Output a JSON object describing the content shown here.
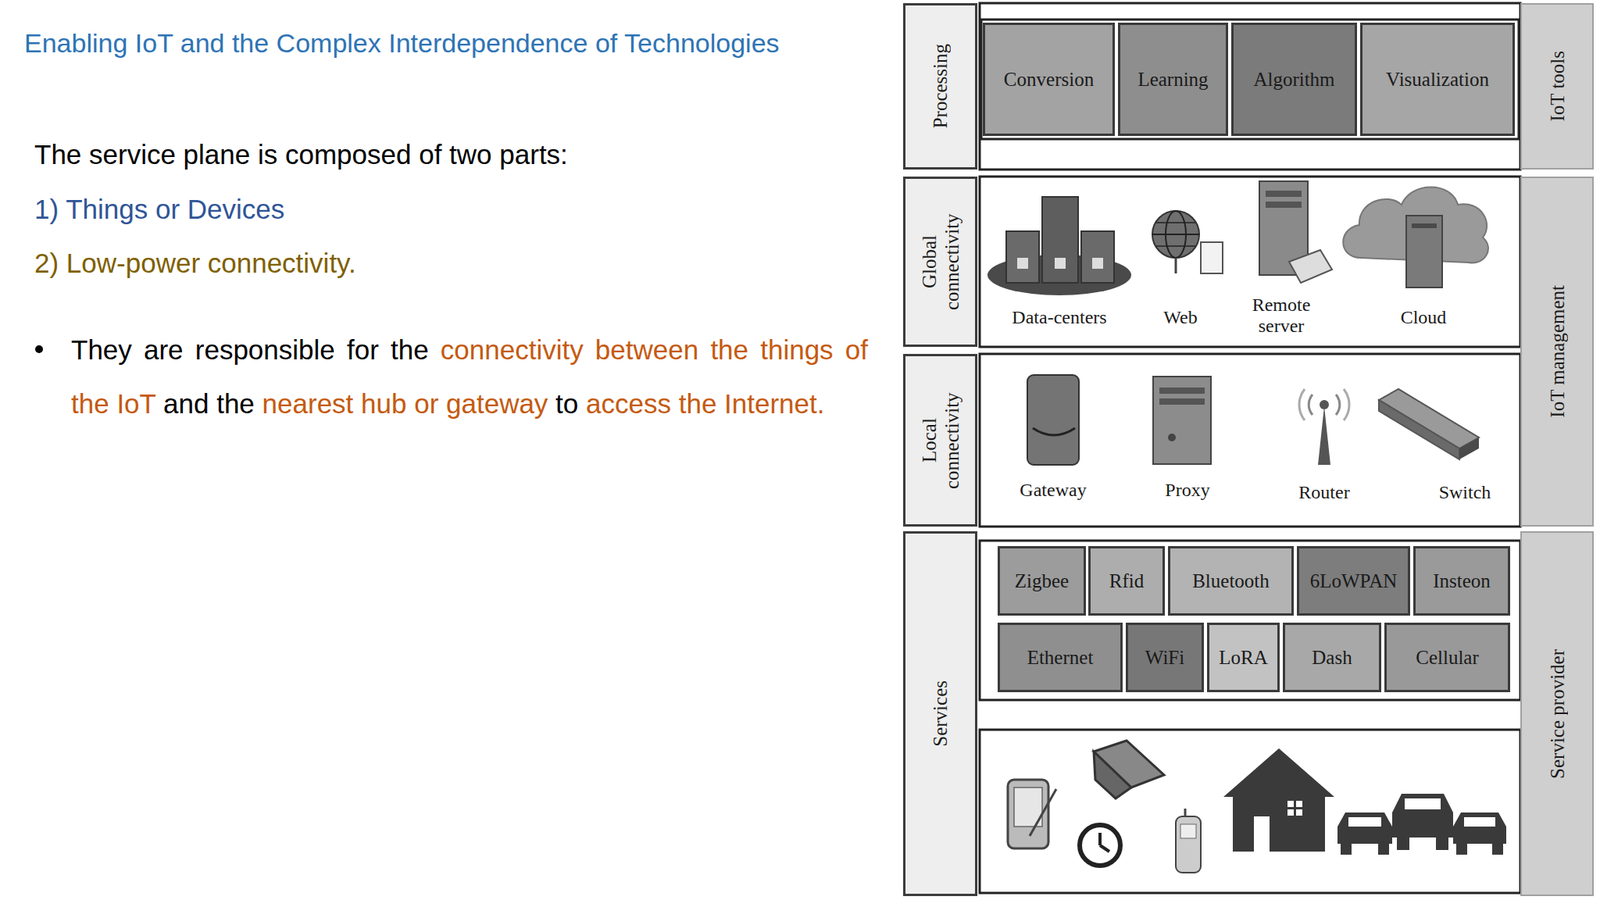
{
  "diagram": {
    "title": "Enabling IoT and the Complex Interdependence of Technologies",
    "nodes": [
      {
        "text": [
          "Processing"
        ]
      },
      {
        "text": [
          "Global connectivity"
        ]
      },
      {
        "text": [
          "Local connectivity"
        ]
      },
      {
        "text": [
          "Services"
        ]
      },
      {
        "text": [
          "IoT tools"
        ]
      },
      {
        "text": [
          "IoT management"
        ]
      },
      {
        "text": [
          "Service provider"
        ]
      },
      {
        "text": [
          "Conversion"
        ]
      },
      {
        "text": [
          "Learning"
        ]
      },
      {
        "text": [
          "Algorithm"
        ]
      },
      {
        "text": [
          "Visualization"
        ]
      },
      {
        "text": [
          "Zigbee"
        ]
      },
      {
        "text": [
          "Rfid"
        ]
      },
      {
        "text": [
          "Bluetooth"
        ]
      },
      {
        "text": [
          "6LoWPAN"
        ]
      },
      {
        "text": [
          "Insteon"
        ]
      },
      {
        "text": [
          "Ethernet"
        ]
      },
      {
        "text": [
          "WiFi"
        ]
      },
      {
        "text": [
          "LoRA"
        ]
      },
      {
        "text": [
          "Dash"
        ]
      },
      {
        "text": [
          "Cellular"
        ]
      }
    ],
    "labels": [
      "The service plane is composed of two parts:",
      "1) Things or Devices",
      "2) Low-power connectivity.",
      "They are responsible for the",
      "connectivity between the things of the IoT",
      "and the",
      "nearest hub or gateway",
      "to",
      "access the Internet.",
      "Data-centers",
      "Web",
      "Remote server",
      "Cloud",
      "Gateway",
      "Proxy",
      "Router",
      "Switch"
    ]
  }
}
